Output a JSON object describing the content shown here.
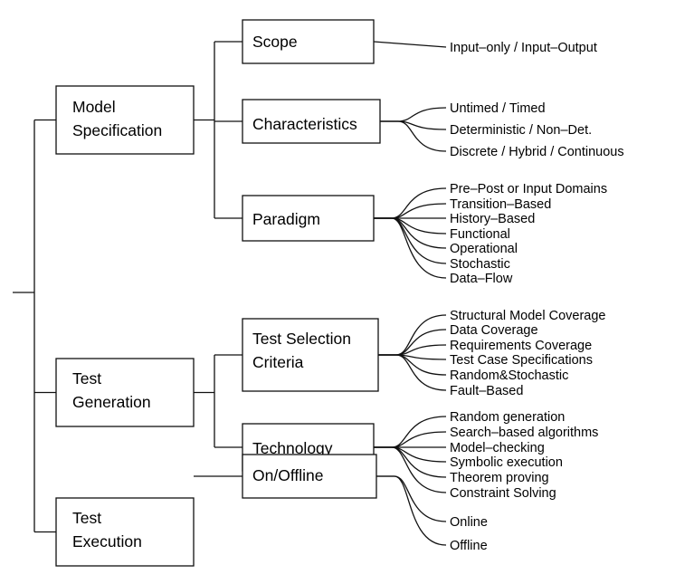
{
  "diagram": {
    "categories": [
      {
        "label": [
          "Model",
          "Specification"
        ],
        "children": [
          {
            "label": [
              "Scope"
            ],
            "leaves": [
              "Input–only / Input–Output"
            ]
          },
          {
            "label": [
              "Characteristics"
            ],
            "leaves": [
              "Untimed / Timed",
              "Deterministic / Non–Det.",
              "Discrete / Hybrid / Continuous"
            ]
          },
          {
            "label": [
              "Paradigm"
            ],
            "leaves": [
              "Pre–Post or Input Domains",
              "Transition–Based",
              "History–Based",
              "Functional",
              "Operational",
              "Stochastic",
              "Data–Flow"
            ]
          }
        ]
      },
      {
        "label": [
          "Test",
          "Generation"
        ],
        "children": [
          {
            "label": [
              "Test Selection",
              "Criteria"
            ],
            "leaves": [
              "Structural Model Coverage",
              "Data Coverage",
              "Requirements Coverage",
              "Test Case Specifications",
              "Random&Stochastic",
              "Fault–Based"
            ]
          },
          {
            "label": [
              "Technology"
            ],
            "leaves": [
              "Random generation",
              "Search–based algorithms",
              "Model–checking",
              "Symbolic execution",
              "Theorem proving",
              "Constraint Solving"
            ]
          }
        ]
      },
      {
        "label": [
          "Test",
          "Execution"
        ],
        "children": [
          {
            "label": [
              "On/Offline"
            ],
            "leaves": [
              "Online",
              "Offline"
            ]
          }
        ]
      }
    ]
  }
}
